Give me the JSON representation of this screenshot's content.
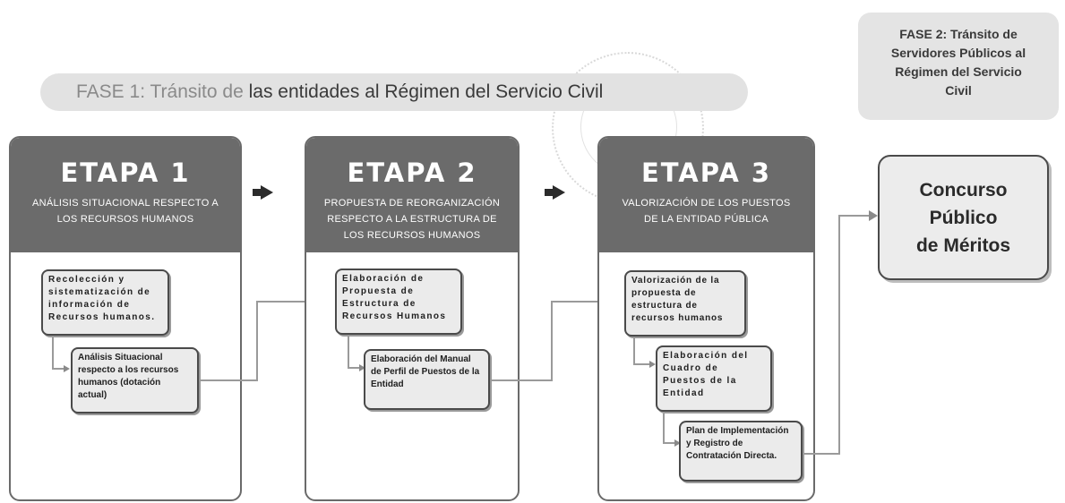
{
  "phase1": {
    "prefix": "FASE 1: Tránsito de ",
    "bold": "las entidades al Régimen del Servicio Civil"
  },
  "phase2": {
    "line1": "FASE 2: Tránsito de",
    "line2": "Servidores Públicos al",
    "line3": "Régimen del Servicio",
    "line4": "Civil"
  },
  "stages": [
    {
      "title": "ETAPA 1",
      "description": "ANÁLISIS SITUACIONAL RESPECTO A LOS RECURSOS HUMANOS",
      "steps": [
        "Recolección y sistematización de información de Recursos humanos.",
        "Análisis Situacional respecto a los recursos humanos (dotación actual)"
      ]
    },
    {
      "title": "ETAPA 2",
      "description": "PROPUESTA DE REORGANIZACIÓN RESPECTO A LA ESTRUCTURA DE LOS RECURSOS HUMANOS",
      "steps": [
        "Elaboración de Propuesta de Estructura de Recursos Humanos",
        "Elaboración del Manual de Perfil de Puestos de la Entidad"
      ]
    },
    {
      "title": "ETAPA 3",
      "description": "VALORIZACIÓN DE LOS PUESTOS DE LA ENTIDAD PÚBLICA",
      "steps": [
        "Valorización de la propuesta de estructura de recursos humanos",
        "Elaboración del Cuadro de Puestos de la Entidad",
        "Plan de Implementación y Registro de Contratación Directa."
      ]
    }
  ],
  "final": {
    "line1": "Concurso",
    "line2": "Público",
    "line3": "de Méritos"
  }
}
